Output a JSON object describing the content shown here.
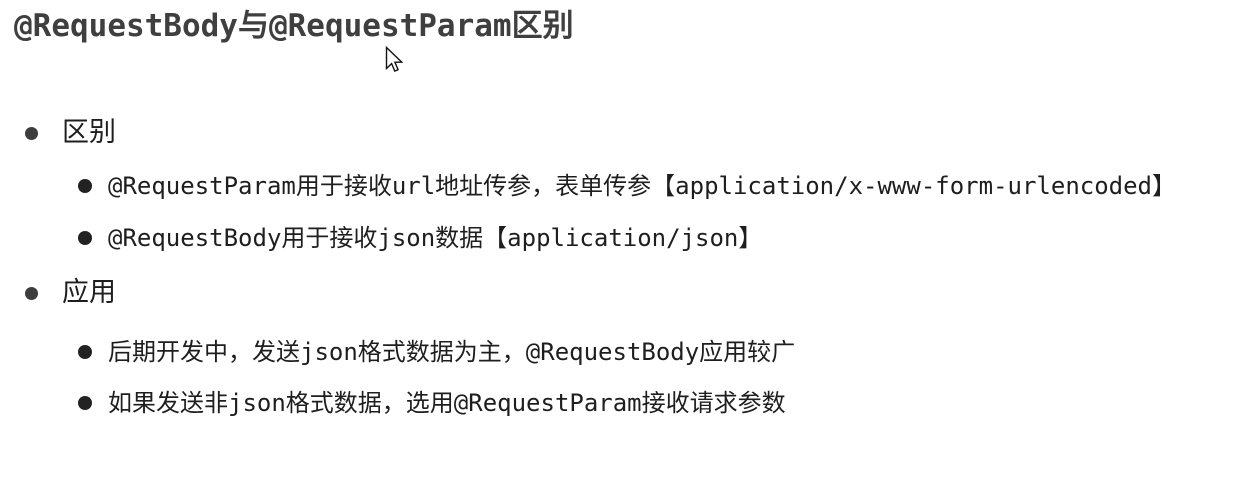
{
  "page": {
    "title": "@RequestBody与@RequestParam区别",
    "background_color": "#ffffff",
    "title_color": "#3f3f3f",
    "text_color": "#1e1e1e",
    "bullet_level1_color": "#3d3d3d",
    "bullet_level2_color": "#222222"
  },
  "outline": [
    {
      "label": "区别",
      "children": [
        "@RequestParam用于接收url地址传参，表单传参【application/x-www-form-urlencoded】",
        "@RequestBody用于接收json数据【application/json】"
      ]
    },
    {
      "label": "应用",
      "children": [
        "后期开发中，发送json格式数据为主，@RequestBody应用较广",
        "如果发送非json格式数据，选用@RequestParam接收请求参数"
      ]
    }
  ],
  "cursor": {
    "icon": "arrow-pointer"
  }
}
